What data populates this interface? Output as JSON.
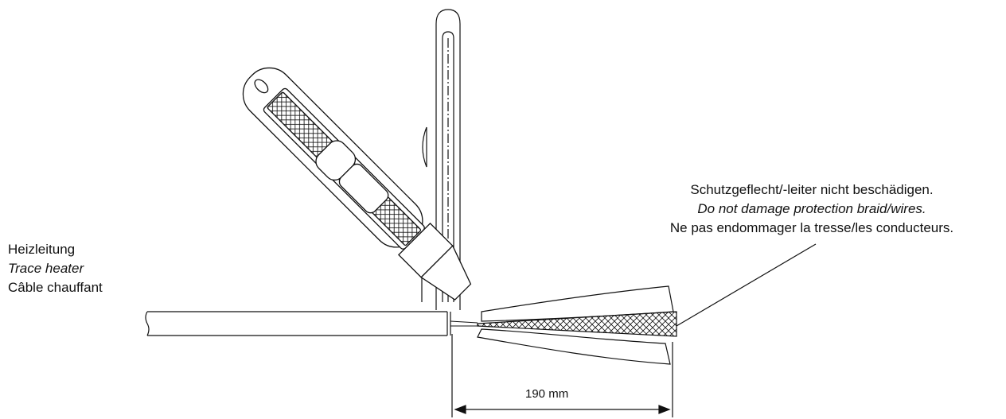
{
  "labels_left": {
    "de": "Heizleitung",
    "en": "Trace heater",
    "fr": "Câble chauffant"
  },
  "labels_right": {
    "de": "Schutzgeflecht/-leiter nicht beschädigen.",
    "en": "Do not damage protection braid/wires.",
    "fr": "Ne pas endommager la tresse/les conducteurs."
  },
  "dimension": {
    "label": "190 mm"
  },
  "icons": {
    "knife": "utility-knife-icon",
    "cable": "heating-cable",
    "braid": "protection-braid"
  },
  "colors": {
    "line": "#111111",
    "background": "#ffffff"
  }
}
